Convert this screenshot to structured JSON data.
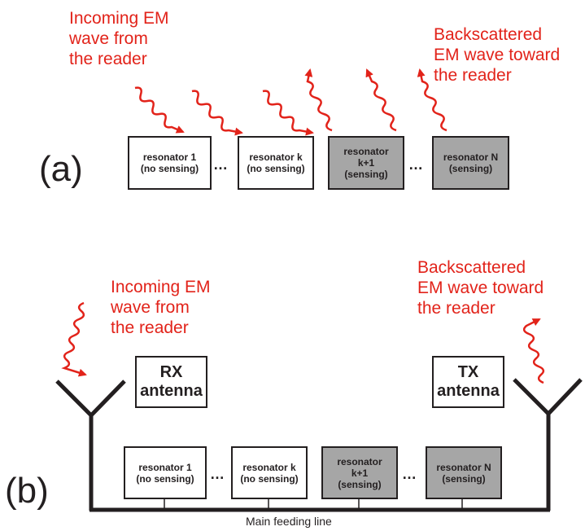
{
  "panel_a": {
    "label": "(a)",
    "incoming_text": [
      "Incoming EM",
      "wave from",
      "the reader"
    ],
    "backscatter_text": [
      "Backscattered",
      "EM wave toward",
      "the reader"
    ],
    "resonators": [
      {
        "line1": "resonator 1",
        "line2": "(no sensing)",
        "sensing": false
      },
      {
        "line1": "resonator k",
        "line2": "(no sensing)",
        "sensing": false
      },
      {
        "line1": "resonator",
        "line2": "k+1",
        "line3": "(sensing)",
        "sensing": true
      },
      {
        "line1": "resonator N",
        "line2": "(sensing)",
        "sensing": true
      }
    ],
    "ellipsis": "…"
  },
  "panel_b": {
    "label": "(b)",
    "incoming_text": [
      "Incoming EM",
      "wave from",
      "the reader"
    ],
    "backscatter_text": [
      "Backscattered",
      "EM wave toward",
      "the reader"
    ],
    "rx_antenna": [
      "RX",
      "antenna"
    ],
    "tx_antenna": [
      "TX",
      "antenna"
    ],
    "resonators": [
      {
        "line1": "resonator 1",
        "line2": "(no sensing)",
        "sensing": false
      },
      {
        "line1": "resonator k",
        "line2": "(no sensing)",
        "sensing": false
      },
      {
        "line1": "resonator",
        "line2": "k+1",
        "line3": "(sensing)",
        "sensing": true
      },
      {
        "line1": "resonator N",
        "line2": "(sensing)",
        "sensing": true
      }
    ],
    "ellipsis": "…",
    "feeding_line_label": "Main feeding line"
  },
  "colors": {
    "wave": "#e2231a",
    "ink": "#231f20",
    "sensing_fill": "#a6a6a6"
  }
}
